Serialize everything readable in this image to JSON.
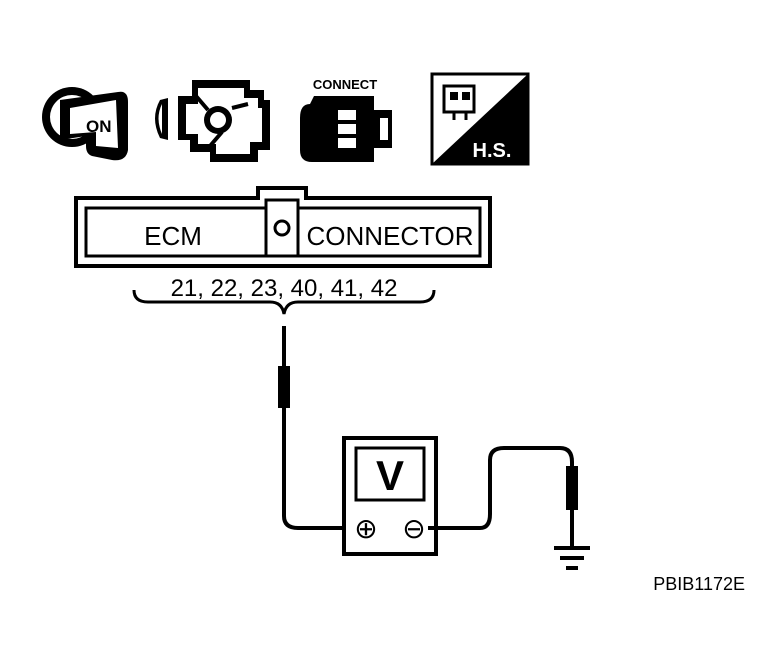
{
  "icons": {
    "ignition": {
      "name": "ignition-key-icon",
      "text": "ON"
    },
    "engine": {
      "name": "engine-icon"
    },
    "connect": {
      "name": "connector-icon",
      "text": "CONNECT"
    },
    "harness": {
      "name": "harness-side-icon",
      "text": "H.S."
    }
  },
  "connector": {
    "left_label": "ECM",
    "right_label": "CONNECTOR",
    "terminals": "21, 22, 23, 40, 41, 42"
  },
  "meter": {
    "symbol": "V",
    "plus": "⊕",
    "minus": "⊖"
  },
  "figure_id": "PBIB1172E",
  "colors": {
    "ink": "#000000",
    "paper": "#ffffff"
  }
}
